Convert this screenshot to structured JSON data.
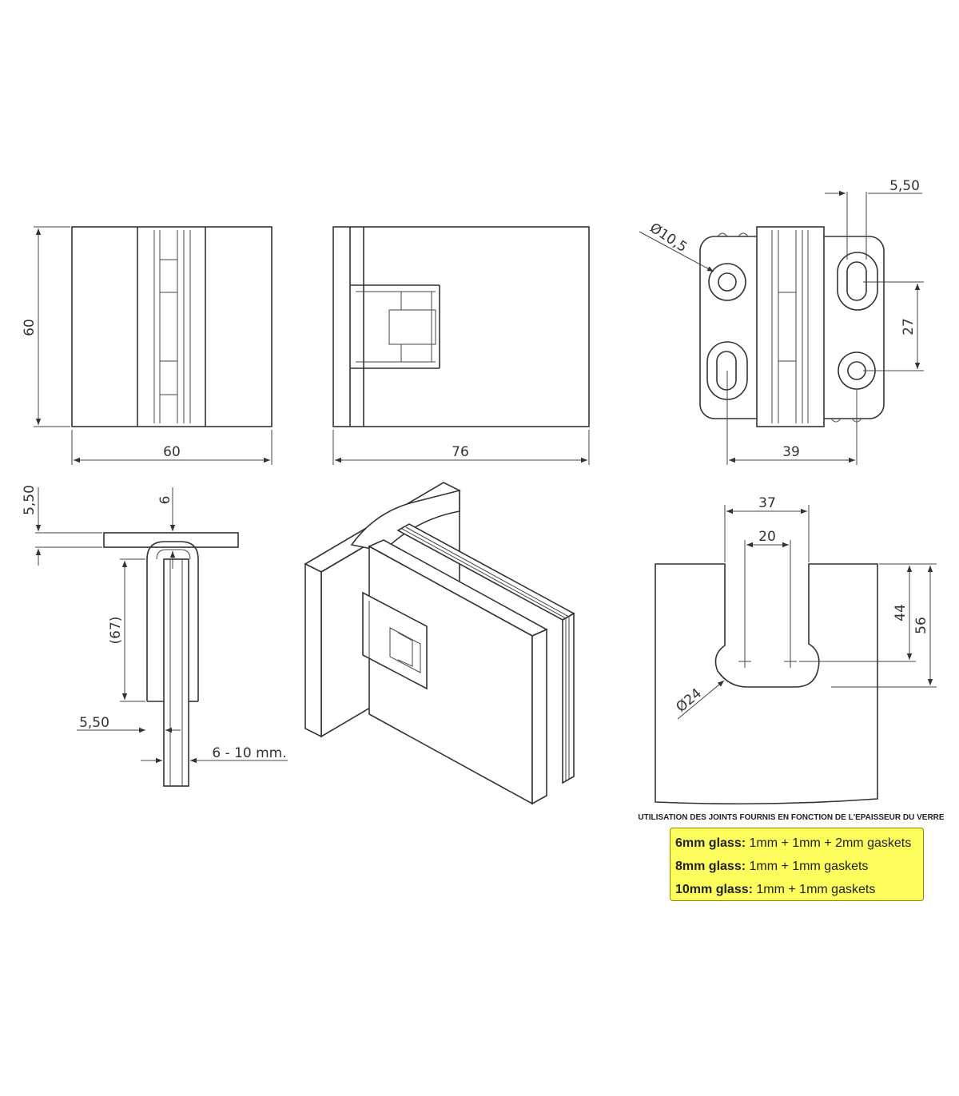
{
  "dimensions": {
    "front_height": "60",
    "front_width": "60",
    "side_width": "76",
    "hole_diameter": "Ø10,5",
    "slot_width": "5,50",
    "hole_spacing_vertical": "27",
    "hole_spacing_horizontal": "39",
    "plate_thickness": "5,50",
    "gap": "6",
    "clamp_depth": "(67)",
    "bottom_offset": "5,50",
    "glass_thickness": "6 - 10 mm.",
    "notch_outer": "37",
    "notch_inner": "20",
    "notch_height_1": "44",
    "notch_height_2": "56",
    "notch_radius": "Ø24"
  },
  "notes": {
    "title": "UTILISATION DES JOINTS FOURNIS EN FONCTION DE L'EPAISSEUR DU VERRE",
    "rows": [
      {
        "glass": "6mm glass:",
        "gaskets": "1mm + 1mm + 2mm gaskets"
      },
      {
        "glass": "8mm glass:",
        "gaskets": "1mm + 1mm gaskets"
      },
      {
        "glass": "10mm glass:",
        "gaskets": "1mm + 1mm gaskets"
      }
    ]
  },
  "colors": {
    "line": "#333333",
    "highlight": "#fdfd5e"
  }
}
